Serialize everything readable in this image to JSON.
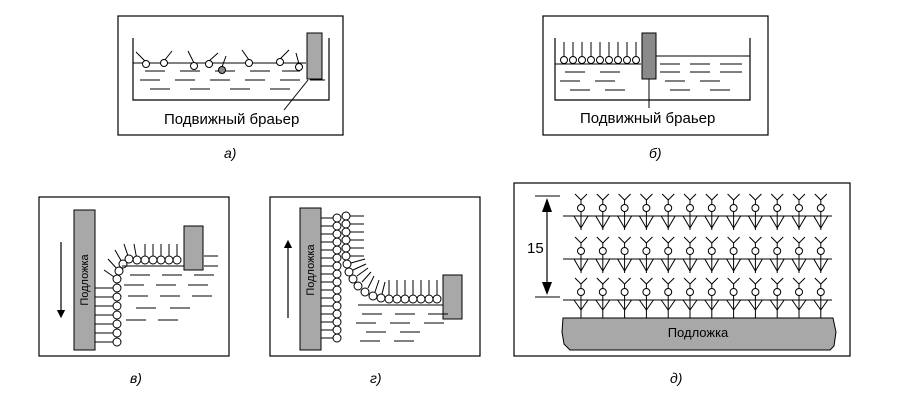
{
  "panels": {
    "a": {
      "caption": "а)",
      "barrier_label": "Подвижный браьер"
    },
    "b": {
      "caption": "б)",
      "barrier_label": "Подвижный браьер"
    },
    "v": {
      "caption": "в)",
      "substrate_label": "Подложка"
    },
    "g": {
      "caption": "г)",
      "substrate_label": "Подложка"
    },
    "d": {
      "caption": "д)",
      "substrate_label": "Подложка",
      "thickness_label": "15"
    }
  }
}
